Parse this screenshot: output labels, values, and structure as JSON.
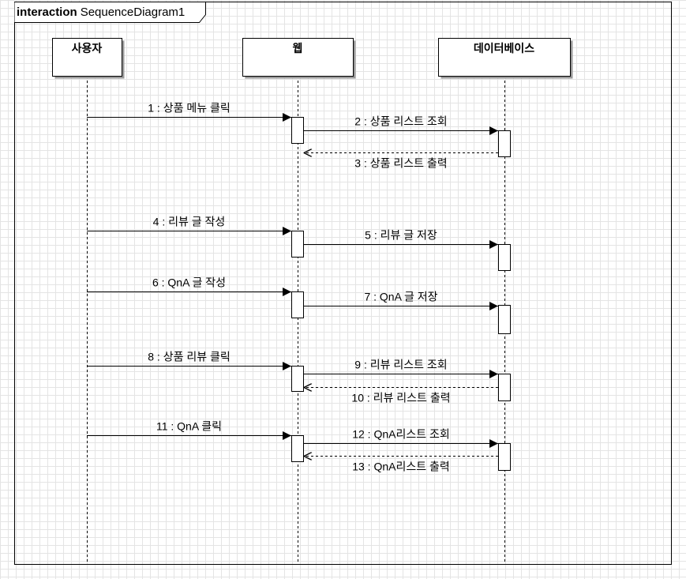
{
  "frame": {
    "keyword": "interaction",
    "name": "SequenceDiagram1"
  },
  "lifelines": [
    {
      "id": "user",
      "label": "사용자"
    },
    {
      "id": "web",
      "label": "웹"
    },
    {
      "id": "db",
      "label": "데이터베이스"
    }
  ],
  "messages": [
    {
      "label": "1 : 상품 메뉴 클릭",
      "from": "user",
      "to": "web",
      "kind": "sync"
    },
    {
      "label": "2 : 상품 리스트 조회",
      "from": "web",
      "to": "db",
      "kind": "sync"
    },
    {
      "label": "3 : 상품 리스트 출력",
      "from": "db",
      "to": "web",
      "kind": "reply"
    },
    {
      "label": "4 : 리뷰 글 작성",
      "from": "user",
      "to": "web",
      "kind": "sync"
    },
    {
      "label": "5 : 리뷰 글 저장",
      "from": "web",
      "to": "db",
      "kind": "sync"
    },
    {
      "label": "6 : QnA 글 작성",
      "from": "user",
      "to": "web",
      "kind": "sync"
    },
    {
      "label": "7 : QnA 글 저장",
      "from": "web",
      "to": "db",
      "kind": "sync"
    },
    {
      "label": "8 : 상품 리뷰 클릭",
      "from": "user",
      "to": "web",
      "kind": "sync"
    },
    {
      "label": "9 : 리뷰 리스트 조회",
      "from": "web",
      "to": "db",
      "kind": "sync"
    },
    {
      "label": "10 : 리뷰 리스트 출력",
      "from": "db",
      "to": "web",
      "kind": "reply"
    },
    {
      "label": "11 : QnA 클릭",
      "from": "user",
      "to": "web",
      "kind": "sync"
    },
    {
      "label": "12 : QnA리스트 조회",
      "from": "web",
      "to": "db",
      "kind": "sync"
    },
    {
      "label": "13 : QnA리스트 출력",
      "from": "db",
      "to": "web",
      "kind": "reply"
    }
  ]
}
